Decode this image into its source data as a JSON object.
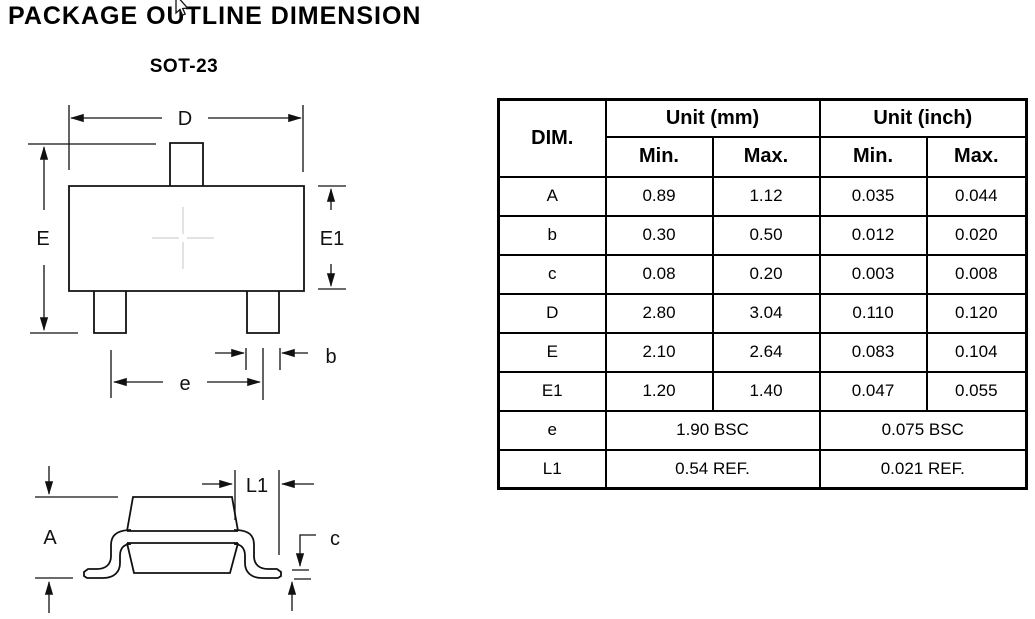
{
  "title": "PACKAGE OUTLINE DIMENSION",
  "package_name": "SOT-23",
  "diagram": {
    "dim_labels": {
      "D": "D",
      "E": "E",
      "E1": "E1",
      "b": "b",
      "e": "e",
      "A": "A",
      "L1": "L1",
      "c": "c"
    },
    "line_color": "#111111",
    "center_cross_color": "#e3e3e3"
  },
  "table": {
    "headers": {
      "dim": "DIM.",
      "unit_mm": "Unit (mm)",
      "unit_inch": "Unit (inch)",
      "min": "Min.",
      "max": "Max."
    },
    "rows": [
      {
        "dim": "A",
        "mm_min": "0.89",
        "mm_max": "1.12",
        "in_min": "0.035",
        "in_max": "0.044"
      },
      {
        "dim": "b",
        "mm_min": "0.30",
        "mm_max": "0.50",
        "in_min": "0.012",
        "in_max": "0.020"
      },
      {
        "dim": "c",
        "mm_min": "0.08",
        "mm_max": "0.20",
        "in_min": "0.003",
        "in_max": "0.008"
      },
      {
        "dim": "D",
        "mm_min": "2.80",
        "mm_max": "3.04",
        "in_min": "0.110",
        "in_max": "0.120"
      },
      {
        "dim": "E",
        "mm_min": "2.10",
        "mm_max": "2.64",
        "in_min": "0.083",
        "in_max": "0.104"
      },
      {
        "dim": "E1",
        "mm_min": "1.20",
        "mm_max": "1.40",
        "in_min": "0.047",
        "in_max": "0.055"
      }
    ],
    "merged": [
      {
        "dim": "e",
        "mm": "1.90 BSC",
        "inch": "0.075 BSC"
      },
      {
        "dim": "L1",
        "mm": "0.54 REF.",
        "inch": "0.021 REF."
      }
    ]
  }
}
